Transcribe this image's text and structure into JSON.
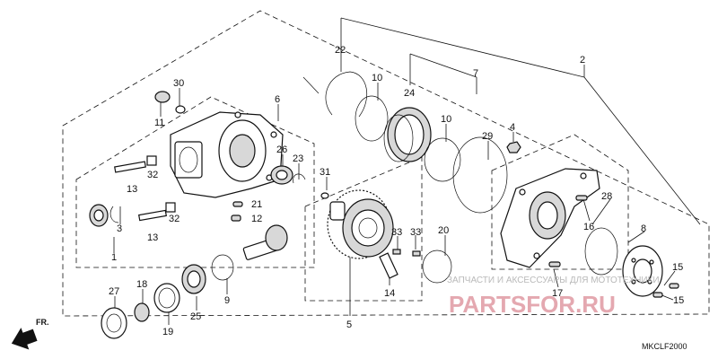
{
  "diagram": {
    "drawing_code": "MKCLF2000",
    "direction_label": "FR.",
    "watermark": {
      "line1": "ЗАПЧАСТИ И АКСЕССУАРЫ ДЛЯ МОТОТЕХНИКИ",
      "line2": "PARTSFOR.RU"
    },
    "callouts": [
      {
        "id": "c2",
        "label": "2"
      },
      {
        "id": "c22",
        "label": "22"
      },
      {
        "id": "c7",
        "label": "7"
      },
      {
        "id": "c10a",
        "label": "10"
      },
      {
        "id": "c24",
        "label": "24"
      },
      {
        "id": "c10b",
        "label": "10"
      },
      {
        "id": "c29",
        "label": "29"
      },
      {
        "id": "c4",
        "label": "4"
      },
      {
        "id": "c30",
        "label": "30"
      },
      {
        "id": "c11",
        "label": "11"
      },
      {
        "id": "c6",
        "label": "6"
      },
      {
        "id": "c26",
        "label": "26"
      },
      {
        "id": "c23",
        "label": "23"
      },
      {
        "id": "c32a",
        "label": "32"
      },
      {
        "id": "c13a",
        "label": "13"
      },
      {
        "id": "c31",
        "label": "31"
      },
      {
        "id": "c3",
        "label": "3"
      },
      {
        "id": "c32b",
        "label": "32"
      },
      {
        "id": "c13b",
        "label": "13"
      },
      {
        "id": "c21",
        "label": "21"
      },
      {
        "id": "c12",
        "label": "12"
      },
      {
        "id": "c1",
        "label": "1"
      },
      {
        "id": "c28",
        "label": "28"
      },
      {
        "id": "c16",
        "label": "16"
      },
      {
        "id": "c8",
        "label": "8"
      },
      {
        "id": "c20",
        "label": "20"
      },
      {
        "id": "c33a",
        "label": "33"
      },
      {
        "id": "c33b",
        "label": "33"
      },
      {
        "id": "c15a",
        "label": "15"
      },
      {
        "id": "c15b",
        "label": "15"
      },
      {
        "id": "c17",
        "label": "17"
      },
      {
        "id": "c14",
        "label": "14"
      },
      {
        "id": "c5",
        "label": "5"
      },
      {
        "id": "c9",
        "label": "9"
      },
      {
        "id": "c27",
        "label": "27"
      },
      {
        "id": "c18",
        "label": "18"
      },
      {
        "id": "c19",
        "label": "19"
      },
      {
        "id": "c25",
        "label": "25"
      }
    ]
  }
}
